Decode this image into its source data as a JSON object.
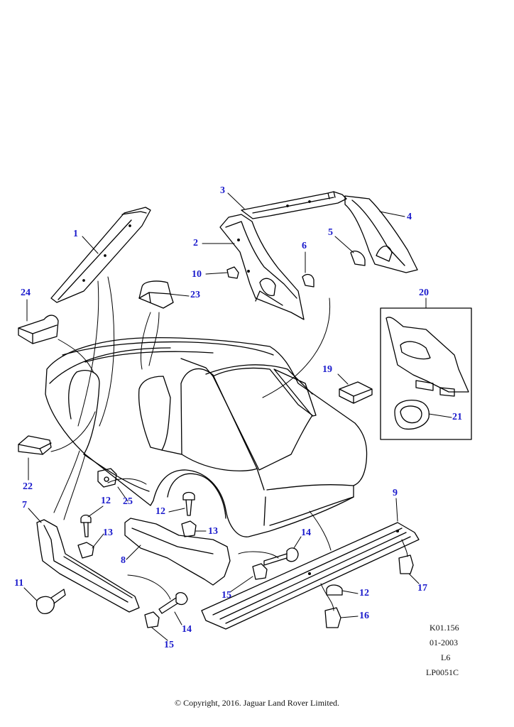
{
  "colors": {
    "callout": "#1a1acc",
    "line": "#000000",
    "paper": "#ffffff"
  },
  "callouts": [
    "1",
    "2",
    "3",
    "4",
    "5",
    "6",
    "7",
    "8",
    "9",
    "10",
    "11",
    "12",
    "12",
    "12",
    "13",
    "13",
    "14",
    "14",
    "15",
    "15",
    "16",
    "17",
    "19",
    "20",
    "21",
    "22",
    "23",
    "24",
    "25"
  ],
  "reference": {
    "code": "K01.156",
    "date": "01-2003",
    "model": "L6",
    "illustration": "LP0051C"
  },
  "copyright": "© Copyright, 2016. Jaguar Land Rover Limited."
}
